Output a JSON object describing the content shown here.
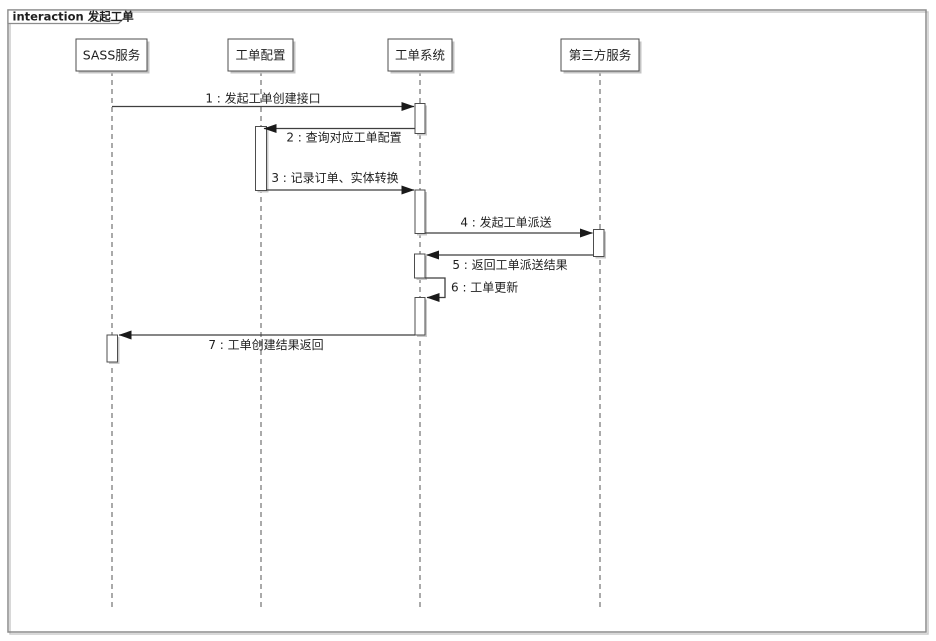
{
  "frame": {
    "label": "interaction 发起工单"
  },
  "participants": [
    {
      "name": "SASS服务"
    },
    {
      "name": "工单配置"
    },
    {
      "name": "工单系统"
    },
    {
      "name": "第三方服务"
    }
  ],
  "messages": [
    {
      "label": "1 : 发起工单创建接口",
      "from": "SASS服务",
      "to": "工单系统"
    },
    {
      "label": "2 : 查询对应工单配置",
      "from": "工单系统",
      "to": "工单配置"
    },
    {
      "label": "3 : 记录订单、实体转换",
      "from": "工单配置",
      "to": "工单系统"
    },
    {
      "label": "4 : 发起工单派送",
      "from": "工单系统",
      "to": "第三方服务"
    },
    {
      "label": "5 : 返回工单派送结果",
      "from": "第三方服务",
      "to": "工单系统"
    },
    {
      "label": "6 : 工单更新",
      "from": "工单系统",
      "to": "工单系统"
    },
    {
      "label": "7 : 工单创建结果返回",
      "from": "工单系统",
      "to": "SASS服务"
    }
  ],
  "colors": {
    "background": "#ffffff",
    "line": "#3f3f3f",
    "border": "#8c8c8c",
    "text": "#1f1f1f"
  }
}
